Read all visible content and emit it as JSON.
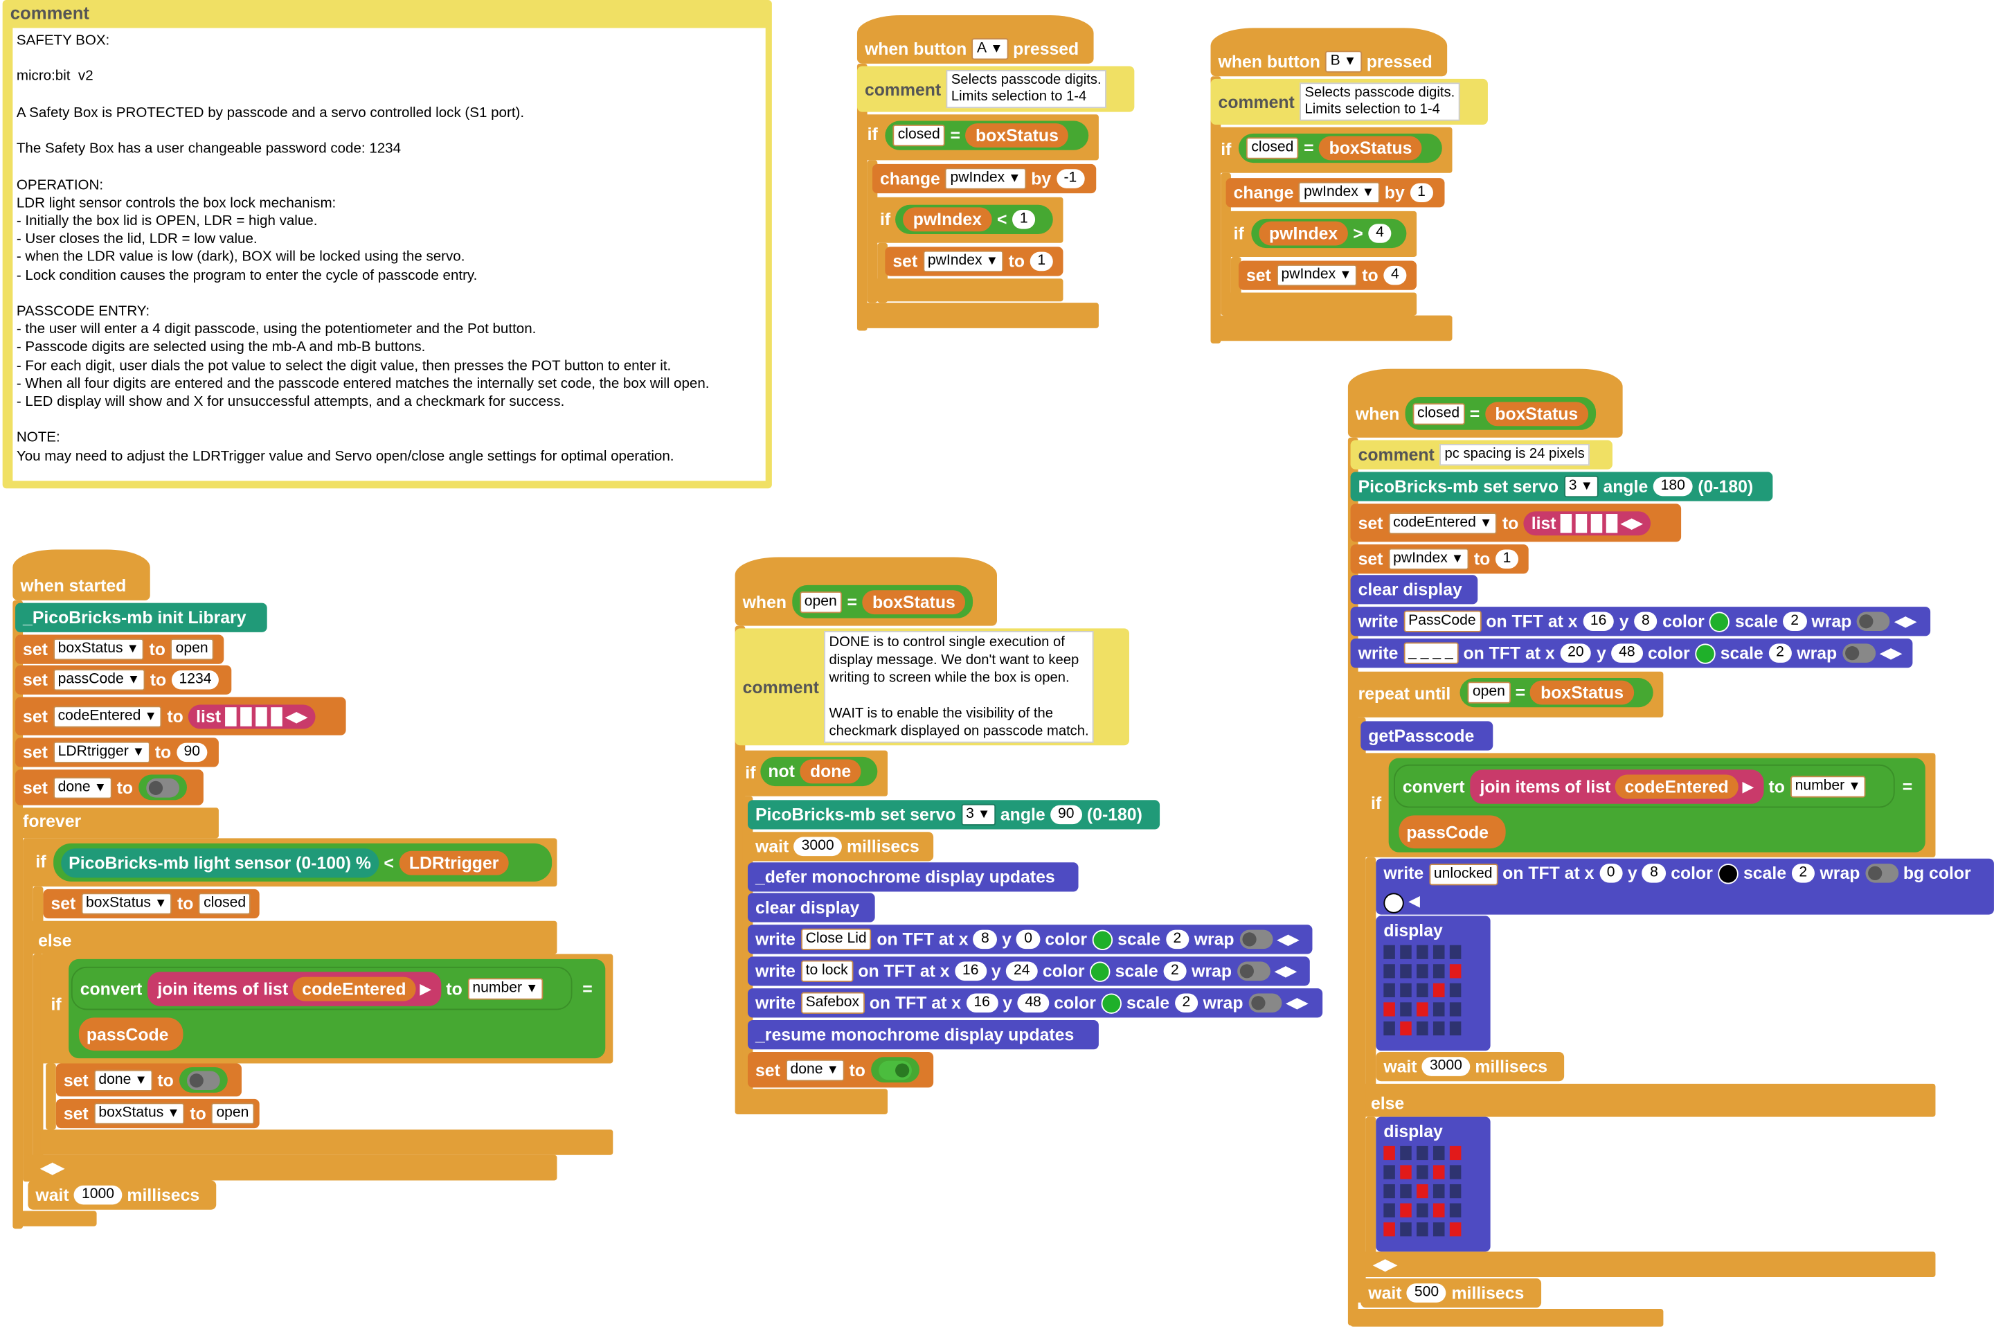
{
  "big_comment": {
    "header": "comment",
    "text": "SAFETY BOX:\n\nmicro:bit  v2\n\nA Safety Box is PROTECTED by passcode and a servo controlled lock (S1 port).\n\nThe Safety Box has a user changeable password code: 1234\n\nOPERATION:\nLDR light sensor controls the box lock mechanism:\n- Initially the box lid is OPEN, LDR = high value.\n- User closes the lid, LDR = low value.\n- when the LDR value is low (dark), BOX will be locked using the servo.\n- Lock condition causes the program to enter the cycle of passcode entry.\n\nPASSCODE ENTRY:\n- the user will enter a 4 digit passcode, using the potentiometer and the Pot button.\n- Passcode digits are selected using the mb-A and mb-B buttons.\n- For each digit, user dials the pot value to select the digit value, then presses the POT button to enter it.\n- When all four digits are entered and the passcode entered matches the internally set code, the box will open.\n- LED display will show and X for unsuccessful attempts, and a checkmark for success.\n\nNOTE:\nYou may need to adjust the LDRTrigger value and Servo open/close angle settings for optimal operation."
  },
  "kw": {
    "when": "when",
    "when_button": "when button",
    "pressed": "pressed",
    "comment": "comment",
    "if": "if",
    "else": "else",
    "change": "change",
    "by": "by",
    "set": "set",
    "to": "to",
    "forever": "forever",
    "when_started": "when started",
    "wait": "wait",
    "millisecs": "millisecs",
    "not": "not",
    "convert": "convert",
    "join": "join items of list",
    "list": "list",
    "repeat_until": "repeat until",
    "clear_display": "clear display",
    "write": "write",
    "on_tft": "on TFT at x",
    "y": "y",
    "color": "color",
    "scale": "scale",
    "wrap": "wrap",
    "bg_color": "bg color",
    "display": "display",
    "angle": "angle",
    "range": "(0-180)"
  },
  "vars": {
    "boxStatus": "boxStatus",
    "passCode": "passCode",
    "codeEntered": "codeEntered",
    "LDRtrigger": "LDRtrigger",
    "done": "done",
    "pwIndex": "pwIndex"
  },
  "vals": {
    "open": "open",
    "closed": "closed",
    "number": "number",
    "A": "A",
    "B": "B",
    "n1234": "1234",
    "n90": "90",
    "n1000": "1000",
    "n3000": "3000",
    "n500": "500",
    "n1": "1",
    "nm1": "-1",
    "n4": "4",
    "n3": "3",
    "n180": "180",
    "n0": "0",
    "n8": "8",
    "n16": "16",
    "n20": "20",
    "n24": "24",
    "n48": "48",
    "n2": "2",
    "unlocked": "unlocked",
    "PassCode": "PassCode",
    "blanks": "_ _ _ _",
    "CloseLid": "Close Lid",
    "tolock": "to lock",
    "Safebox": "Safebox"
  },
  "lib": {
    "init": "_PicoBricks-mb init Library",
    "light": "PicoBricks-mb light sensor (0-100) %",
    "servo": "PicoBricks-mb set servo",
    "defer": "_defer monochrome display updates",
    "resume": "_resume monochrome display updates",
    "getPasscode": "getPasscode"
  },
  "comments": {
    "pw_a": "Selects passcode digits.\nLimits selection to 1-4",
    "pw_b": "Selects passcode digits.\nLimits selection to 1-4",
    "done_wait": "DONE is to control single execution of\ndisplay message. We don't want to keep\nwriting to screen while the box is open.\n\nWAIT is to enable the visibility of the\ncheckmark displayed on passcode match.",
    "spacing": "pc spacing is 24 pixels"
  },
  "colors": {
    "control": "#e29f38",
    "variables": "#dc7a2a",
    "operators": "#46a832",
    "library": "#209a78",
    "display": "#4e4bc2",
    "lists": "#c93a6a",
    "comment": "#f0e064",
    "led_on": "#e21a1a",
    "led_off": "#2e3370"
  },
  "led_check": [
    [
      0,
      0,
      0,
      0,
      0
    ],
    [
      0,
      0,
      0,
      0,
      1
    ],
    [
      0,
      0,
      0,
      1,
      0
    ],
    [
      1,
      0,
      1,
      0,
      0
    ],
    [
      0,
      1,
      0,
      0,
      0
    ]
  ],
  "led_x": [
    [
      1,
      0,
      0,
      0,
      1
    ],
    [
      0,
      1,
      0,
      1,
      0
    ],
    [
      0,
      0,
      1,
      0,
      0
    ],
    [
      0,
      1,
      0,
      1,
      0
    ],
    [
      1,
      0,
      0,
      0,
      1
    ]
  ]
}
